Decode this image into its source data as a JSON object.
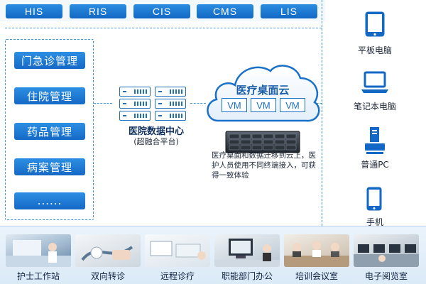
{
  "systems": [
    "HIS",
    "RIS",
    "CIS",
    "CMS",
    "LIS"
  ],
  "modules": [
    "门急诊管理",
    "住院管理",
    "药品管理",
    "病案管理",
    "......"
  ],
  "data_center": {
    "title": "医院数据中心",
    "subtitle": "(超融合平台)"
  },
  "cloud": {
    "title": "医疗桌面云",
    "vms": [
      "VM",
      "VM",
      "VM"
    ]
  },
  "description": "医疗桌面和数据迁移到云上，医护人员使用不同终端接入，可获得一致体验",
  "devices": [
    {
      "icon": "tablet-icon",
      "label": "平板电脑"
    },
    {
      "icon": "laptop-icon",
      "label": "笔记本电脑"
    },
    {
      "icon": "desktop-pc-icon",
      "label": "普通PC"
    },
    {
      "icon": "mobile-phone-icon",
      "label": "手机"
    }
  ],
  "scenarios": [
    "护士工作站",
    "双向转诊",
    "远程诊疗",
    "职能部门办公",
    "培训会议室",
    "电子阅览室"
  ],
  "colors": {
    "accent": "#1a6fc8",
    "button": "#1e7bd6",
    "dark_navy": "#0f2f5c"
  }
}
